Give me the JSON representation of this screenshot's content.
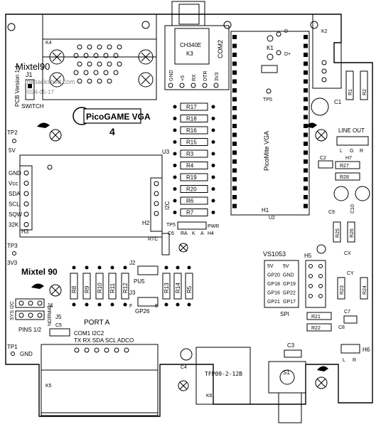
{
  "brand": {
    "name": "Mixtel90",
    "site": "thebackshed.com",
    "date": "2024-05-17",
    "pcb_version": "PCB Version 1.1"
  },
  "board": {
    "title": "PicoGAME VGA",
    "number": "4",
    "pico_label": "PicoMite VGA",
    "second_brand": "Mixtel 90"
  },
  "connectors": {
    "k4": "K4",
    "k2": "K2",
    "k3": "K3",
    "k5": "K5",
    "k6": "K6",
    "k1": "K1",
    "j1": "J1",
    "j2": "J2",
    "j3": "J3",
    "j4": "J4",
    "j5": "J5",
    "h1": "H1",
    "h2": "H2",
    "h3": "H3",
    "h4": "H4",
    "h5": "H5",
    "h6": "H6",
    "h7": "H7",
    "u2": "U2",
    "u3": "U3",
    "s1": "S1"
  },
  "chip_labels": {
    "ch340": "CH340E",
    "com2": "COM2",
    "tfp": "TFP09-2-12B",
    "vs1053": "VS1053",
    "spi": "SPI",
    "rtc": "RTC"
  },
  "labels": {
    "switch": "SWITCH",
    "tp1": "TP1",
    "tp2": "TP2",
    "tp3": "TP3",
    "tp5": "TP5",
    "v5": "5V",
    "v33": "3V3",
    "gnd": "GND",
    "line_out": "LINE OUT",
    "lgr": [
      "L",
      "G",
      "R"
    ],
    "lr": [
      "L",
      "R"
    ],
    "pwr": "PWR",
    "rak": [
      "RA",
      "K",
      "A"
    ],
    "pu5": "PU5",
    "gp26": "GP26",
    "f": "F",
    "five": "5",
    "port_a": "PORT A",
    "port_a_row": "COM1  I2C2",
    "port_a_pins": "TX  RX SDA SCL ADCO",
    "pins12": "PINS 1/2",
    "sys_i2c": "SYS I2C",
    "normal": "NORMAL",
    "i2c": "I2C",
    "cx": "CX",
    "cy": "CY",
    "d_minus": "D-",
    "d_plus": "D+",
    "com2_pins": [
      "GND",
      "+5",
      "RX",
      "DTR",
      "3V3"
    ]
  },
  "rtc_pins": [
    "GND",
    "Vcc",
    "SDA",
    "SCL",
    "SQW",
    "32K"
  ],
  "vs_pins": [
    [
      "5V",
      "5V"
    ],
    [
      "GP20",
      "GND"
    ],
    [
      "GP18",
      "GP19"
    ],
    [
      "GP16",
      "GP22"
    ],
    [
      "GP21",
      "GP17"
    ]
  ],
  "left_resistors": [
    "R17",
    "R18",
    "R16",
    "R15",
    "R3",
    "R4",
    "R19",
    "R20",
    "R6",
    "R7"
  ],
  "mid_resistors": [
    "R8",
    "R9",
    "R10",
    "R11",
    "R12"
  ],
  "mid_resistors2": [
    "R13",
    "R14",
    "R5"
  ],
  "right_parts": {
    "r1": "R1",
    "r2": "R2",
    "r27": "R27",
    "r28": "R28",
    "r25": "R25",
    "r26": "R26",
    "r23": "R23",
    "r24": "R24",
    "r21": "R21",
    "r22": "R22",
    "c1": "C1",
    "c2": "C2",
    "c3": "C3",
    "c4": "C4",
    "c5": "C5",
    "c6": "C6",
    "c7": "C7",
    "c8": "C8",
    "c9": "C9",
    "c10": "C10"
  }
}
